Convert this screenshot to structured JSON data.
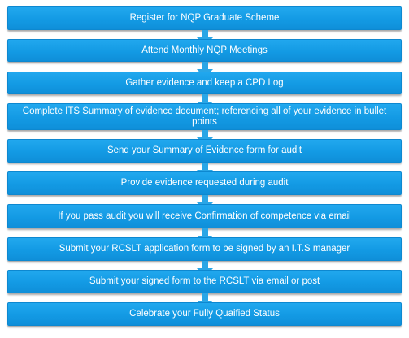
{
  "steps": [
    {
      "label": "Register for NQP Graduate Scheme"
    },
    {
      "label": "Attend Monthly NQP Meetings"
    },
    {
      "label": "Gather evidence and keep a CPD Log"
    },
    {
      "label": "Complete ITS Summary of evidence document; referencing all of your evidence in bullet points"
    },
    {
      "label": "Send your Summary of Evidence form for audit"
    },
    {
      "label": "Provide evidence requested during audit"
    },
    {
      "label": "If you pass audit you will receive Confirmation of competence via email"
    },
    {
      "label": "Submit your RCSLT application form to be signed by an I.T.S manager"
    },
    {
      "label": "Submit your signed form to the RCSLT via email or post"
    },
    {
      "label": "Celebrate your Fully Quaified Status"
    }
  ],
  "colors": {
    "box": "#139ae4",
    "arrow": "#2aa6e6",
    "text": "#ffffff"
  }
}
